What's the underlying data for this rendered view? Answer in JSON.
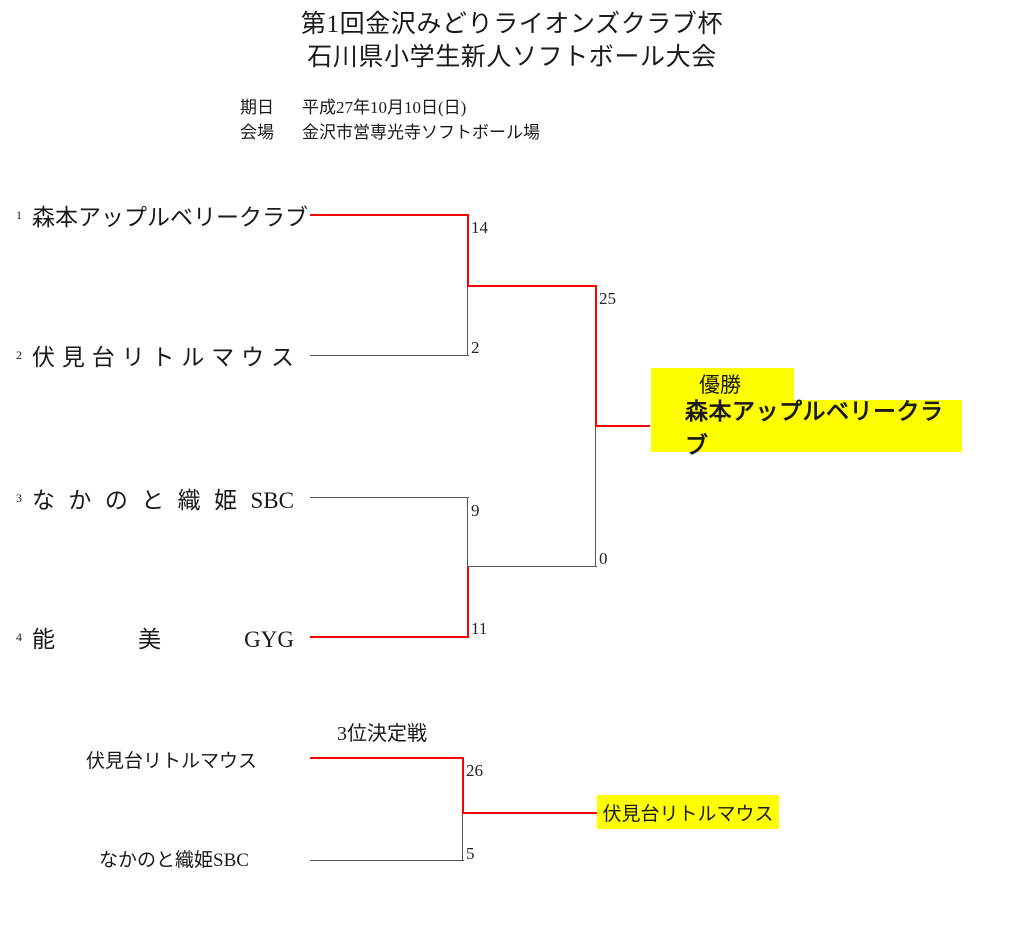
{
  "header": {
    "title_line1": "第1回金沢みどりライオンズクラブ杯",
    "title_line2": "石川県小学生新人ソフトボール大会",
    "date_label": "期日",
    "date_value": "平成27年10月10日(日)",
    "venue_label": "会場",
    "venue_value": "金沢市営専光寺ソフトボール場"
  },
  "bracket": {
    "teams": [
      {
        "seed": "1",
        "name": "森本アップルベリークラブ"
      },
      {
        "seed": "2",
        "name": "伏見台リトルマウス"
      },
      {
        "seed": "3",
        "name": "なかのと織姫SBC"
      },
      {
        "seed": "4",
        "name": "能美GYG"
      }
    ],
    "semifinal_1": {
      "top_score": "14",
      "bottom_score": "2",
      "winner": "top"
    },
    "semifinal_2": {
      "top_score": "9",
      "bottom_score": "11",
      "winner": "bottom"
    },
    "final": {
      "top_score": "25",
      "bottom_score": "0",
      "winner": "top"
    },
    "champion": {
      "label": "優勝",
      "team": "森本アップルベリークラブ"
    }
  },
  "third_place": {
    "title": "3位決定戦",
    "top_team": "伏見台リトルマウス",
    "bottom_team": "なかのと織姫SBC",
    "top_score": "26",
    "bottom_score": "5",
    "winner_team": "伏見台リトルマウス"
  },
  "colors": {
    "win_line": "#ff0000",
    "lose_line": "#555555",
    "highlight": "#ffff00"
  }
}
